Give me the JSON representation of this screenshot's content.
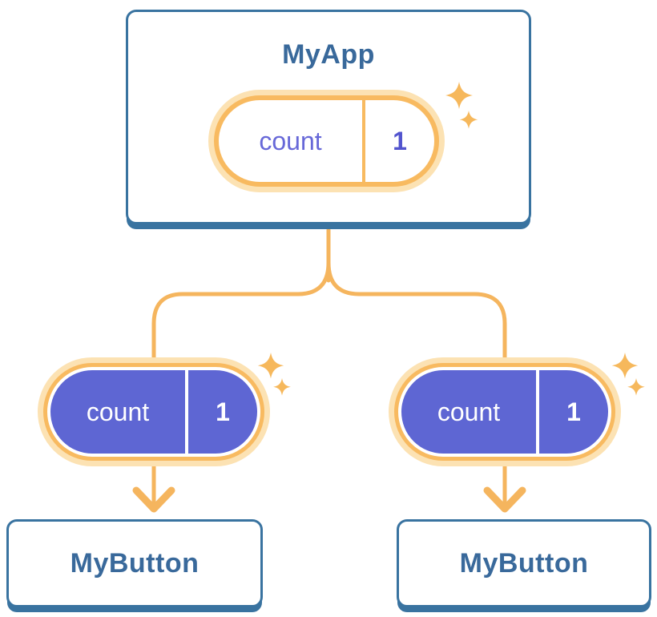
{
  "palette": {
    "card_border_blue": "#3973A0",
    "title_text_blue": "#39699B",
    "pill_purple_fill": "#5E66D3",
    "pill_purple_text": "#6768D8",
    "pill_purple_value_text": "#5254CE",
    "orange_ring": "#F8BA60",
    "orange_glow": "#FCE2B3",
    "orange_line": "#F5B55E",
    "sparkle_orange": "#F6B85C",
    "white": "#FFFFFF"
  },
  "icons": {
    "sparkle": "four-point-star",
    "arrow_down": "chevron-arrow"
  },
  "diagram": {
    "root": {
      "title": "MyApp",
      "state": {
        "name": "count",
        "value": "1"
      }
    },
    "children": [
      {
        "title": "MyButton",
        "state": {
          "name": "count",
          "value": "1"
        }
      },
      {
        "title": "MyButton",
        "state": {
          "name": "count",
          "value": "1"
        }
      }
    ]
  }
}
